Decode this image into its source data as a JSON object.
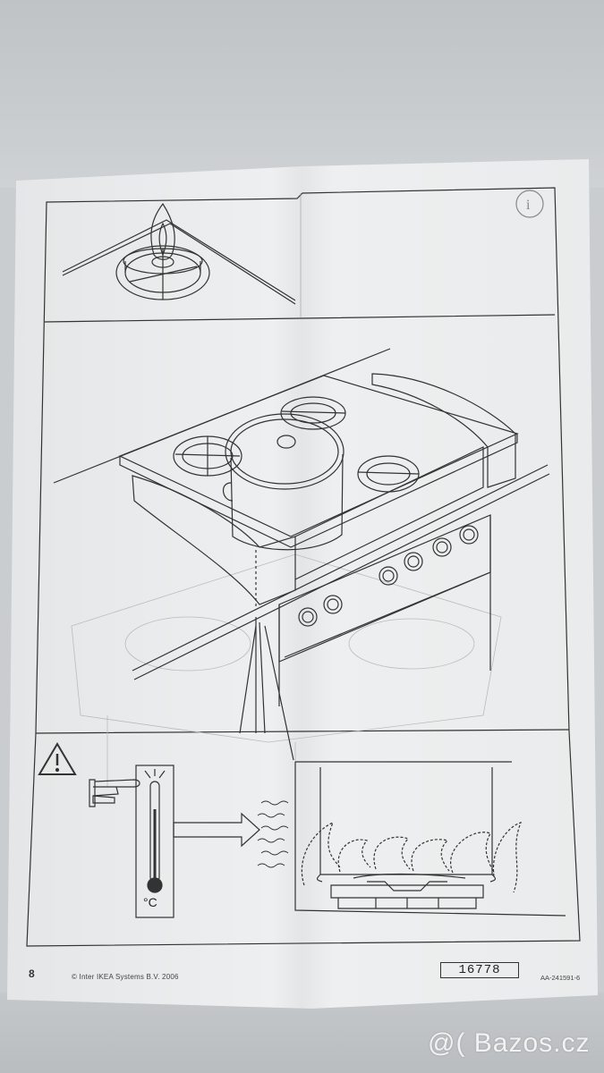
{
  "page": {
    "page_number": "8",
    "copyright": "© Inter IKEA Systems B.V. 2006",
    "code": "16778",
    "doc_number": "AA-241591-6"
  },
  "illustration": {
    "info_icon": "info-icon",
    "warning_icon": "warning-triangle-icon",
    "pointing_hand_icon": "pointing-hand-icon",
    "thermometer_unit": "°C"
  },
  "watermark": {
    "text": "@( Bazos.cz"
  },
  "colors": {
    "ink": "#333333",
    "paper": "#eceeef",
    "background": "#c9cdd0"
  }
}
